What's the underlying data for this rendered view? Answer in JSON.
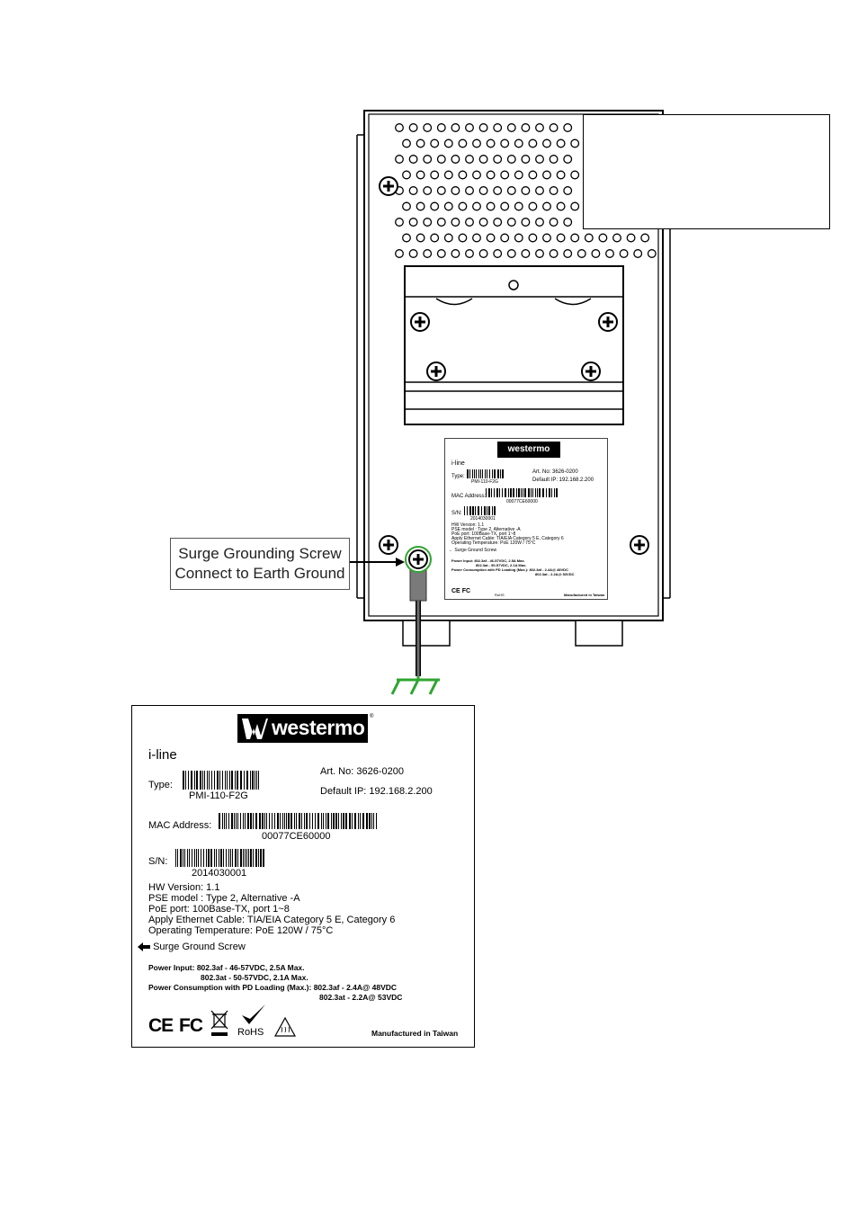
{
  "callout": {
    "line1": "Surge Grounding Screw",
    "line2": "Connect to Earth Ground"
  },
  "label": {
    "brand": "westermo",
    "product_line": "i-line",
    "type_label": "Type:",
    "type_value": "PMI-110-F2G",
    "art_no": "Art. No: 3626-0200",
    "default_ip": "Default IP: 192.168.2.200",
    "mac_label": "MAC Address:",
    "mac_value": "00077CE60000",
    "sn_label": "S/N:",
    "sn_value": "2014030001",
    "hw_version": "HW Version: 1.1",
    "pse_model": "PSE model : Type 2, Alternative -A",
    "poe_port": "PoE port: 100Base-TX, port 1~8",
    "cable": "Apply Ethernet Cable: TIA/EIA Category 5 E, Category 6",
    "op_temp": "Operating Temperature: PoE 120W / 75°C",
    "surge_screw": "Surge Ground Screw",
    "power_input_1": "Power Input: 802.3af - 46-57VDC, 2.5A Max.",
    "power_input_2": "802.3at - 50-57VDC, 2.1A Max.",
    "power_cons_1": "Power Consumption with PD Loading (Max.): 802.3af - 2.4A@ 48VDC",
    "power_cons_2": "802.3at - 2.2A@ 53VDC",
    "ce_mark": "CE",
    "fc_mark": "FC",
    "rohs_mark": "RoHS",
    "manufactured": "Manufactured in Taiwan"
  },
  "colors": {
    "ground": "#2fa52f",
    "cable": "#6d6d6d"
  },
  "icons": [
    "screw-icon",
    "arrow-left-icon",
    "weee-bin-icon",
    "rohs-check-icon",
    "hot-surface-icon",
    "earth-ground-icon"
  ]
}
